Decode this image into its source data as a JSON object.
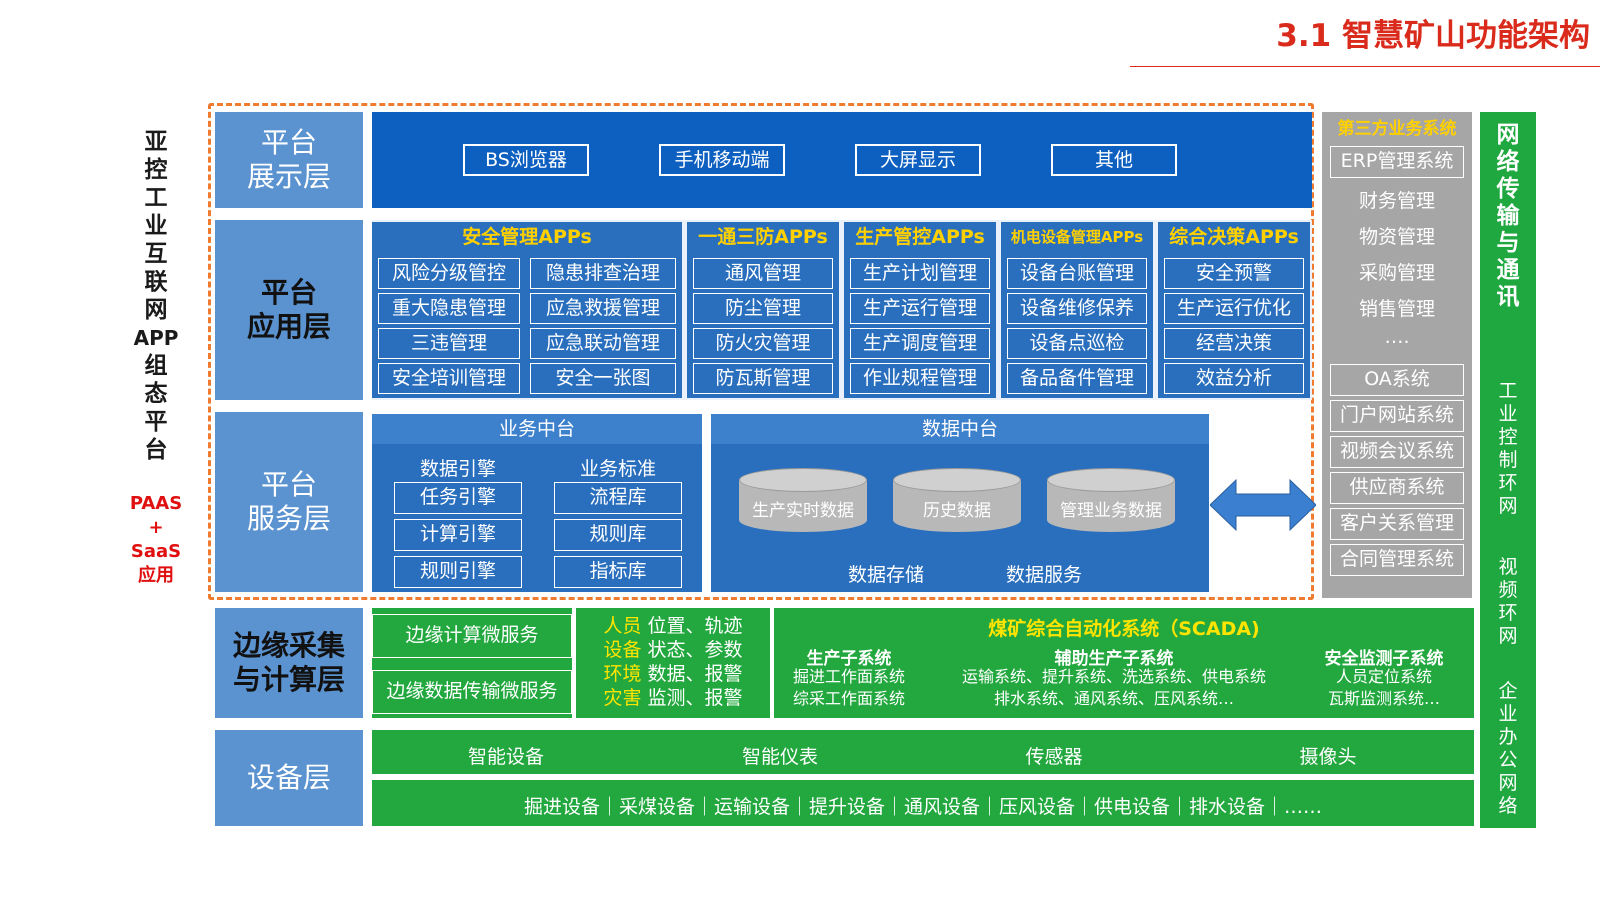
{
  "title": "3.1 智慧矿山功能架构",
  "side_label": {
    "lines": [
      "亚",
      "控",
      "工",
      "业",
      "互",
      "联",
      "网",
      "APP",
      "组",
      "态",
      "平",
      "台"
    ],
    "red": [
      "PAAS",
      "+",
      "SaaS",
      "应用"
    ]
  },
  "layers": {
    "display": [
      "平台",
      "展示层"
    ],
    "apps": [
      "平台",
      "应用层"
    ],
    "service": [
      "平台",
      "服务层"
    ],
    "edge": [
      "边缘采集",
      "与计算层"
    ],
    "device": "设备层"
  },
  "display_items": [
    "BS浏览器",
    "手机移动端",
    "大屏显示",
    "其他"
  ],
  "apps": {
    "safety": {
      "title": "安全管理APPs",
      "items": [
        "风险分级管控",
        "隐患排查治理",
        "重大隐患管理",
        "应急救援管理",
        "三违管理",
        "应急联动管理",
        "安全培训管理",
        "安全一张图"
      ]
    },
    "ventilation": {
      "title": "一通三防APPs",
      "items": [
        "通风管理",
        "防尘管理",
        "防火灾管理",
        "防瓦斯管理"
      ]
    },
    "production": {
      "title": "生产管控APPs",
      "items": [
        "生产计划管理",
        "生产运行管理",
        "生产调度管理",
        "作业规程管理"
      ]
    },
    "equipment": {
      "title": "机电设备管理APPs",
      "items": [
        "设备台账管理",
        "设备维修保养",
        "设备点巡检",
        "备品备件管理"
      ]
    },
    "decision": {
      "title": "综合决策APPs",
      "items": [
        "安全预警",
        "生产运行优化",
        "经营决策",
        "效益分析"
      ]
    }
  },
  "business_center": {
    "title": "业务中台",
    "left_head": "数据引擎",
    "right_head": "业务标准",
    "left_items": [
      "任务引擎",
      "计算引擎",
      "规则引擎"
    ],
    "right_items": [
      "流程库",
      "规则库",
      "指标库"
    ]
  },
  "data_center": {
    "title": "数据中台",
    "databases": [
      "生产实时数据",
      "历史数据",
      "管理业务数据"
    ],
    "bottom": [
      "数据存储",
      "数据服务"
    ]
  },
  "third_party": {
    "title": "第三方业务系统",
    "erp": "ERP管理系统",
    "erp_items": [
      "财务管理",
      "物资管理",
      "采购管理",
      "销售管理",
      "…."
    ],
    "systems": [
      "OA系统",
      "门户网站系统",
      "视频会议系统",
      "供应商系统",
      "客户关系管理",
      "合同管理系统"
    ]
  },
  "network": {
    "title": [
      "网",
      "络",
      "传",
      "输",
      "与",
      "通",
      "讯"
    ],
    "groups": [
      [
        "工",
        "业",
        "控",
        "制",
        "环",
        "网"
      ],
      [
        "视",
        "频",
        "环",
        "网"
      ],
      [
        "企",
        "业",
        "办",
        "公",
        "网",
        "络"
      ]
    ]
  },
  "edge": {
    "services": [
      "边缘计算微服务",
      "边缘数据传输微服务"
    ],
    "sensing": [
      {
        "key": "人员",
        "text": "位置、轨迹"
      },
      {
        "key": "设备",
        "text": "状态、参数"
      },
      {
        "key": "环境",
        "text": "数据、报警"
      },
      {
        "key": "灾害",
        "text": "监测、报警"
      }
    ],
    "scada": {
      "title": "煤矿综合自动化系统（SCADA)",
      "production": {
        "title": "生产子系统",
        "lines": [
          "掘进工作面系统",
          "综采工作面系统"
        ]
      },
      "auxiliary": {
        "title": "辅助生产子系统",
        "lines": [
          "运输系统、提升系统、洗选系统、供电系统",
          "排水系统、通风系统、压风系统…"
        ]
      },
      "safety": {
        "title": "安全监测子系统",
        "lines": [
          "人员定位系统",
          "瓦斯监测系统…"
        ]
      }
    }
  },
  "devices": {
    "top": [
      "智能设备",
      "智能仪表",
      "传感器",
      "摄像头"
    ],
    "bottom": "掘进设备｜采煤设备｜运输设备｜提升设备｜通风设备｜压风设备｜供电设备｜排水设备｜……"
  },
  "colors": {
    "title_red": "#d92a1c",
    "layer_blue": "#5b93d0",
    "display_blue": "#0e60c0",
    "app_blue": "#2a6fbe",
    "app_title_yellow": "#ffd000",
    "dash_orange": "#ee7b2f",
    "gray": "#a6a6a6",
    "green": "#22a83e",
    "arrow_blue": "#3a7fd0"
  }
}
